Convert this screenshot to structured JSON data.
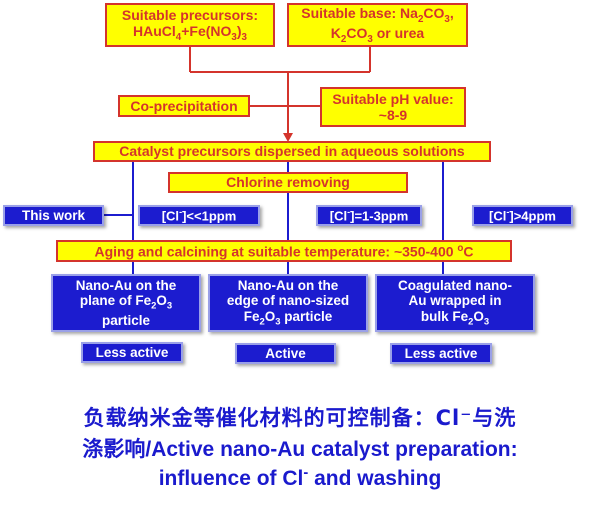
{
  "precursors": {
    "line1": "Suitable precursors:",
    "line2_a": "HAuCl",
    "line2_sub1": "4",
    "line2_b": "+Fe(NO",
    "line2_sub2": "3",
    "line2_c": ")",
    "line2_sub3": "3"
  },
  "base": {
    "line1_a": "Suitable base: Na",
    "line1_sub": "2",
    "line1_b": "CO",
    "line1_sub2": "3",
    "line1_c": ",",
    "line2_a": "K",
    "line2_sub": "2",
    "line2_b": "CO",
    "line2_sub2": "3",
    "line2_c": " or urea"
  },
  "coprecip": "Co-precipitation",
  "ph": {
    "line1": "Suitable pH value:",
    "line2": "~8-9"
  },
  "dispersed": "Catalyst precursors dispersed in aqueous solutions",
  "chlorine": "Chlorine removing",
  "this_work": "This work",
  "cl_low": {
    "a": "[Cl",
    "sup": "-",
    "b": "]<<1ppm"
  },
  "cl_mid": {
    "a": "[Cl",
    "sup": "-",
    "b": "]=1-3ppm"
  },
  "cl_high": {
    "a": "[Cl",
    "sup": "-",
    "b": "]>4ppm"
  },
  "aging": {
    "a": "Aging and calcining at suitable temperature: ~350-400 ",
    "sup": "o",
    "b": "C"
  },
  "result1": {
    "l1": "Nano-Au on the",
    "l2_a": "plane of Fe",
    "l2_sub1": "2",
    "l2_b": "O",
    "l2_sub2": "3",
    "l3": "particle"
  },
  "result2": {
    "l1": "Nano-Au on the",
    "l2": "edge of nano-sized",
    "l3_a": "Fe",
    "l3_sub1": "2",
    "l3_b": "O",
    "l3_sub2": "3",
    "l3_c": " particle"
  },
  "result3": {
    "l1": "Coagulated nano-",
    "l2": "Au wrapped in",
    "l3_a": "bulk Fe",
    "l3_sub1": "2",
    "l3_b": "O",
    "l3_sub2": "3"
  },
  "activity1": "Less active",
  "activity2": "Active",
  "activity3": "Less active",
  "caption": {
    "cn": "负载纳米金等催化材料的可控制备：Cl⁻与洗",
    "en1": "涤影响/Active nano-Au catalyst preparation:",
    "en2_a": "influence of Cl",
    "en2_sup": "-",
    "en2_b": " and washing"
  },
  "colors": {
    "yellow": "#ffff00",
    "red": "#d4342c",
    "blue": "#1c1ccf",
    "caption": "#1a1acd"
  }
}
